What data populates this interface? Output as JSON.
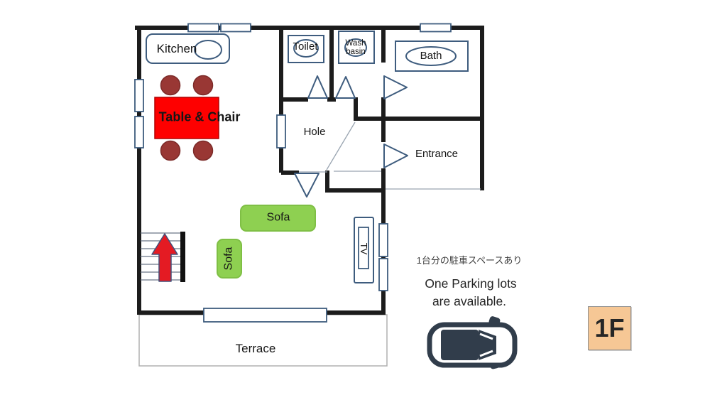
{
  "rooms": {
    "kitchen": "Kitchen",
    "toilet": "Toilet",
    "wash_basin_line1": "Wash",
    "wash_basin_line2": "basin",
    "bath": "Bath",
    "hole": "Hole",
    "entrance": "Entrance",
    "terrace": "Terrace"
  },
  "furniture": {
    "table": "Table & Chair",
    "sofa_large": "Sofa",
    "sofa_small": "Sofa",
    "tv": "TV"
  },
  "parking_note": {
    "japanese": "1台分の駐車スペースあり",
    "english_line1": "One Parking lots",
    "english_line2": "are available."
  },
  "floor_badge": "1F",
  "colors": {
    "wall": "#1c1c1c",
    "fixture_outline": "#3e5c7e",
    "table_red": "#fe0000",
    "chair_brown": "#993734",
    "sofa_green": "#8ed051",
    "arrow_red": "#e41b23",
    "car_dark": "#313d4b",
    "badge_orange": "#f6c795"
  }
}
